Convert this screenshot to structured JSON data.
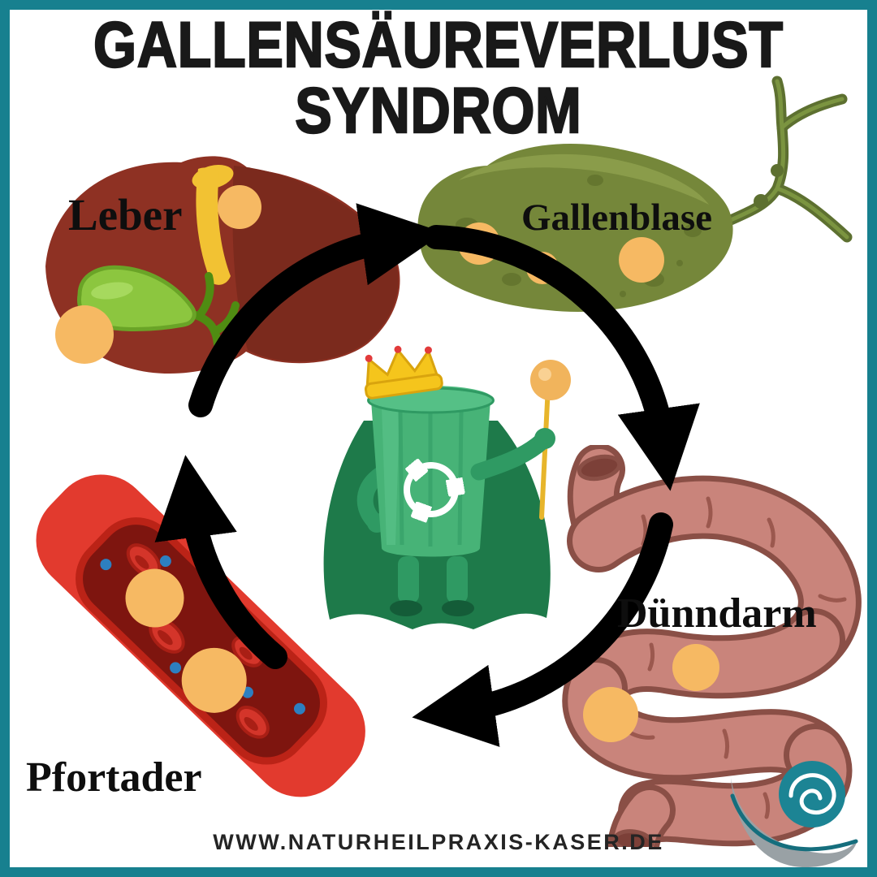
{
  "title": {
    "line1": "GALLENSÄUREVERLUST",
    "line2": "SYNDROM"
  },
  "organs": {
    "liver": {
      "label": "Leber"
    },
    "gallbladder": {
      "label": "Gallenblase"
    },
    "small_intestine": {
      "label": "Dünndarm"
    },
    "portal_vein": {
      "label": "Pfortader"
    }
  },
  "cycle": {
    "direction": "clockwise",
    "sequence": [
      "Leber",
      "Gallenblase",
      "Dünndarm",
      "Pfortader"
    ]
  },
  "footer": {
    "website": "WWW.NATURHEILPRAXIS-KASER.DE"
  },
  "icons": {
    "center_figure": "recycling-trash-can-king-icon",
    "logo": "practice-logo-swirl-crescent-icon"
  },
  "colors": {
    "frame_teal": "#17808f",
    "arrow_black": "#000000",
    "liver_red": "#8e3123",
    "gallbladder_olive": "#75873a",
    "intestine_pink": "#c9847b",
    "vein_red": "#e23a2e",
    "bile_dot_orange": "#f6b963",
    "trash_can_green": "#47b377",
    "cape_green": "#1e7a4a",
    "crown_gold": "#f5c51c"
  }
}
